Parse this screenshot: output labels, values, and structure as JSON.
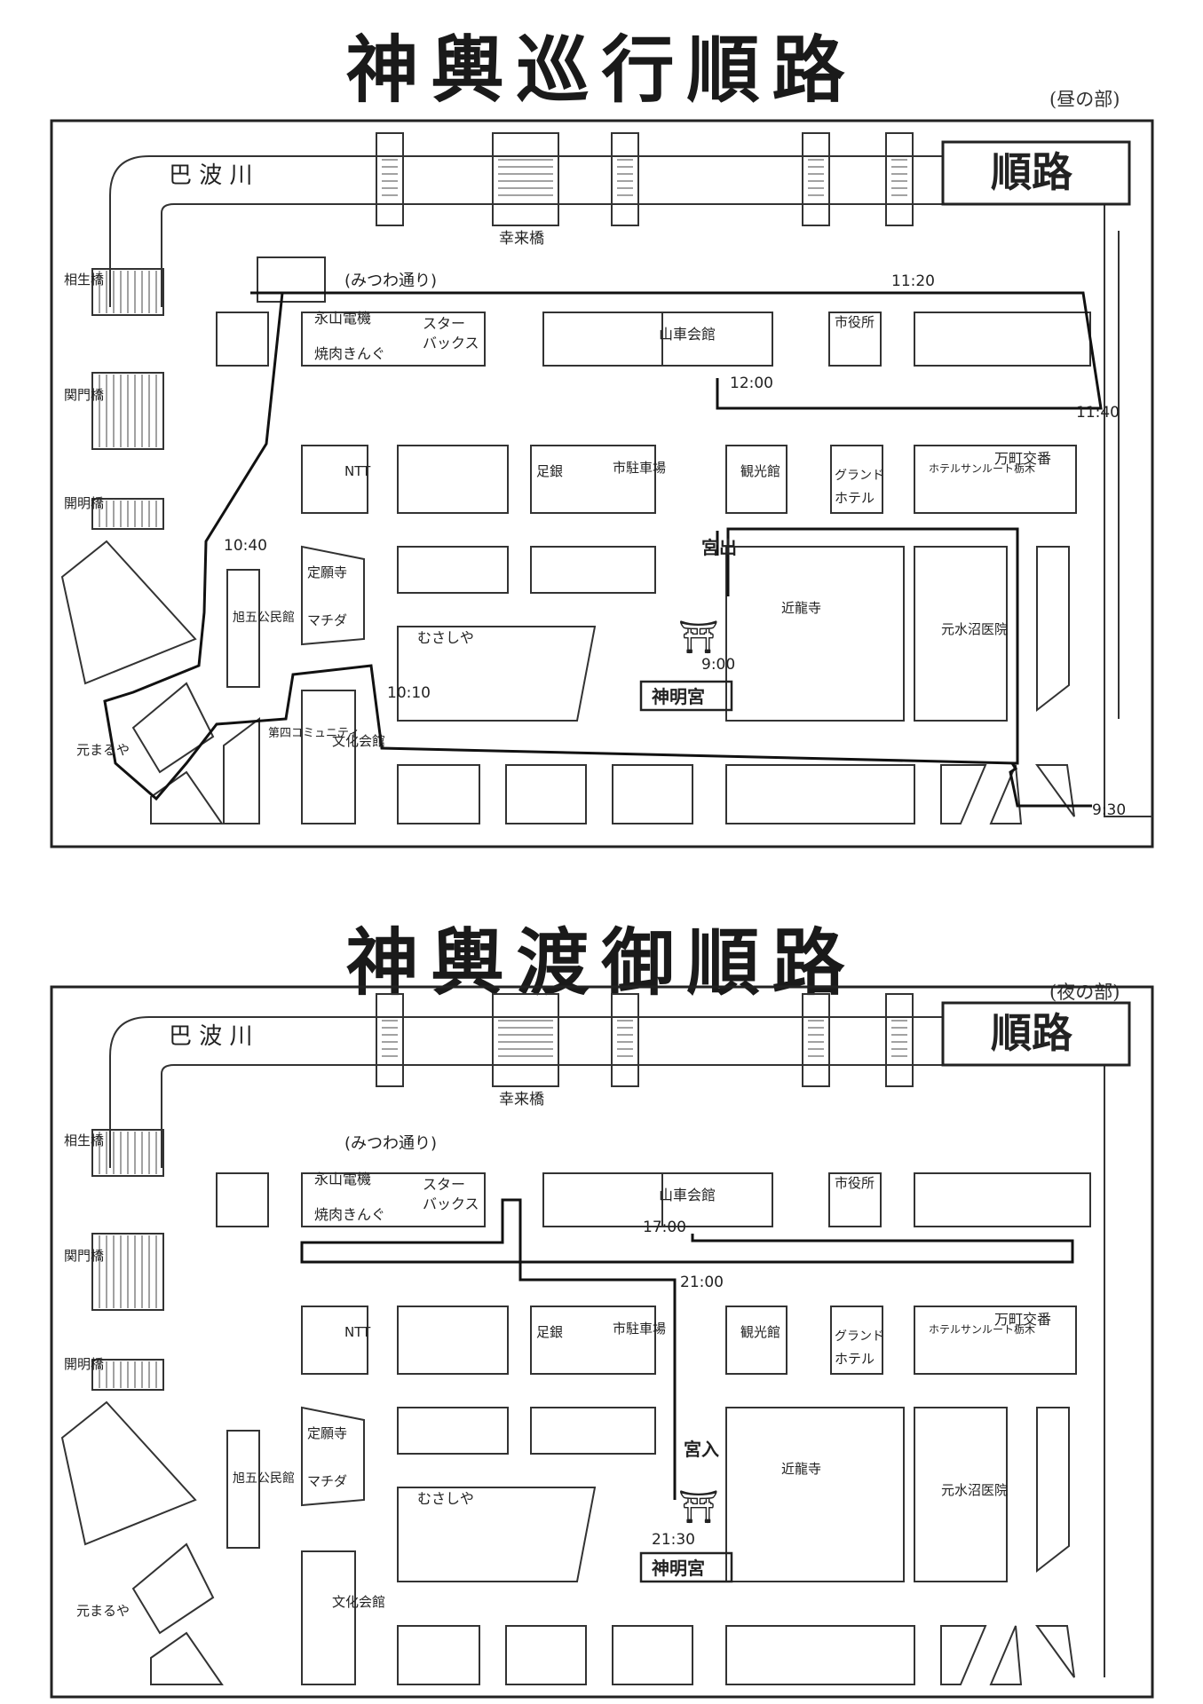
{
  "day": {
    "title": "神輿巡行順路",
    "subtitle": "(昼の部)",
    "times": [
      "11:20",
      "12:00",
      "11:40",
      "10:40",
      "9:00",
      "10:10",
      "9:30"
    ],
    "labels": {
      "gu_de": "宮出",
      "daiyonkomi": "第四コミュニティ"
    }
  },
  "night": {
    "title": "神輿渡御順路",
    "subtitle": "(夜の部)",
    "times": [
      "17:00",
      "21:00",
      "21:30"
    ],
    "labels": {
      "gu_iri": "宮入"
    }
  },
  "common": {
    "legend": "順路",
    "river": "巴 波 川",
    "kouraibashi": "幸来橋",
    "mitsuwa": "(みつわ通り)",
    "aioi": "相生橋",
    "sekimon": "関門橋",
    "kaimei": "開明橋",
    "nagayama": "永山電機",
    "yakiniku": "焼肉きんぐ",
    "starbucks_1": "スター",
    "starbucks_2": "バックス",
    "yamaguruma": "山車会館",
    "shiyakusho": "市役所",
    "ntt": "NTT",
    "ashigin": "足銀",
    "chusha": "市駐車場",
    "kankou": "観光館",
    "grand_1": "グランド",
    "grand_2": "ホテル",
    "hotel_sun": "ホテルサンルート栃木",
    "kouban": "万町交番",
    "jougan": "定願寺",
    "machida": "マチダ",
    "asahi": "旭五公民館",
    "musashiya": "むさしや",
    "kinryu": "近龍寺",
    "shinmei": "神明宮",
    "motonuma": "元水沼医院",
    "bunka": "文化会館",
    "maruya": "元まるや",
    "torii": "⛩"
  }
}
